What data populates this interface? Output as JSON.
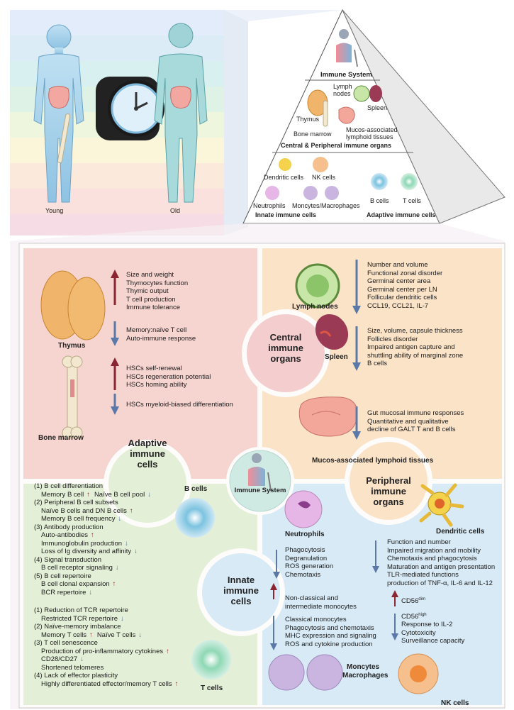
{
  "top": {
    "young_label": "Young",
    "old_label": "Old",
    "pyramid": {
      "apex": "Immune System",
      "tier2": {
        "lymph_nodes": "Lymph nodes",
        "thymus": "Thymus",
        "spleen": "Spleen",
        "bone_marrow": "Bone marrow",
        "mucos": "Mucos-associated lymphoid tissues",
        "title": "Central & Peripheral immune organs"
      },
      "tier3": {
        "dendritic": "Dendritic cells",
        "nk": "NK cells",
        "neutrophils": "Neutrophils",
        "monocytes": "Moncytes/Macrophages",
        "b_cells": "B cells",
        "t_cells": "T cells",
        "innate_title": "Innate immune cells",
        "adaptive_title": "Adaptive immune cells"
      }
    }
  },
  "center": {
    "label": "Immune System"
  },
  "central": {
    "title_l1": "Central",
    "title_l2": "immune",
    "title_l3": "organs",
    "thymus_label": "Thymus",
    "thymus_up": [
      "Size and weight",
      "Thymocytes function",
      "Thymic output",
      "T cell production",
      "Immune tolerance"
    ],
    "thymus_down": [
      "Memory:naïve T cell",
      "Auto-immune response"
    ],
    "bm_label": "Bone marrow",
    "bm_down": [
      "HSCs self-renewal",
      "HSCs regeneration potential",
      "HSCs homing ability"
    ],
    "bm_up": [
      "HSCs myeloid-biased differentiation"
    ]
  },
  "peripheral": {
    "title_l1": "Peripheral",
    "title_l2": "immune",
    "title_l3": "organs",
    "lymph_label": "Lymph nodes",
    "lymph_items": [
      "Number and volume",
      "Functional zonal disorder",
      "Germinal center area",
      "Germinal center per LN",
      "Follicular dendritic cells",
      "CCL19, CCL21, IL-7"
    ],
    "spleen_label": "Spleen",
    "spleen_items": [
      "Size, volume, capsule thickness",
      "Follicles disorder",
      "Impaired antigen capture and",
      "shuttling ability of marginal zone",
      "B cells"
    ],
    "malt_label": "Mucos-associated lymphoid tissues",
    "malt_items": [
      "Gut mucosal immune responses",
      "Quantitative and qualitative",
      "decline of GALT T and B cells"
    ]
  },
  "adaptive": {
    "title_l1": "Adaptive",
    "title_l2": "immune",
    "title_l3": "cells",
    "b_label": "B cells",
    "t_label": "T cells",
    "b_lines": [
      {
        "text": "(1) B cell differentiation",
        "arrow": ""
      },
      {
        "text": "Memory B cell",
        "arrow": "↑",
        "text2": "Naïve B cell pool",
        "arrow2": "↓",
        "indent": true
      },
      {
        "text": "(2) Peripheral B cell subsets",
        "arrow": ""
      },
      {
        "text": "Naïve B cells and DN B cells",
        "arrow": "↑",
        "indent": true
      },
      {
        "text": "Memory B cell frequency",
        "arrow": "↓",
        "indent": true
      },
      {
        "text": "(3) Antibody production",
        "arrow": ""
      },
      {
        "text": "Auto-antibodies",
        "arrow": "↑",
        "indent": true
      },
      {
        "text": "Immunoglobulin production",
        "arrow": "↓",
        "indent": true
      },
      {
        "text": "Loss of Ig diversity and affinity",
        "arrow": "↓",
        "indent": true
      },
      {
        "text": "(4) Signal transduction",
        "arrow": ""
      },
      {
        "text": "B cell receptor signaling",
        "arrow": "↓",
        "indent": true
      },
      {
        "text": "(5) B cell repertoire",
        "arrow": ""
      },
      {
        "text": "B cell clonal expansion",
        "arrow": "↑",
        "indent": true
      },
      {
        "text": "BCR repertoire",
        "arrow": "↓",
        "indent": true
      }
    ],
    "t_lines": [
      {
        "text": "(1) Reduction of TCR repertoire",
        "arrow": ""
      },
      {
        "text": "Restricted TCR repertoire",
        "arrow": "↓",
        "indent": true
      },
      {
        "text": "(2) Naïve-memory imbalance",
        "arrow": ""
      },
      {
        "text": "Memory T cells",
        "arrow": "↑",
        "text2": "Naïve T cells",
        "arrow2": "↓",
        "indent": true
      },
      {
        "text": "(3) T cell senescence",
        "arrow": ""
      },
      {
        "text": "Production of pro-inflammatory cytokines",
        "arrow": "↑",
        "indent": true
      },
      {
        "text": "CD28/CD27",
        "arrow": "↓",
        "indent": true
      },
      {
        "text": "Shortened telomeres",
        "arrow": "",
        "indent": true
      },
      {
        "text": "(4) Lack of effector plasticity",
        "arrow": ""
      },
      {
        "text": "Highly differentiated effector/memory T cells",
        "arrow": "↑",
        "indent": true
      }
    ]
  },
  "innate": {
    "title_l1": "Innate",
    "title_l2": "immune",
    "title_l3": "cells",
    "neutrophils_label": "Neutrophils",
    "neutrophil_items": [
      "Phagocytosis",
      "Degranulation",
      "ROS generation",
      "Chemotaxis"
    ],
    "dendritic_label": "Dendritic cells",
    "dendritic_items": [
      "Function and number",
      "Impaired migration and mobility",
      "Chemotaxis and phagocytosis",
      "Maturation and antigen presentation",
      "TLR-mediated functions",
      "production of TNF-α, IL-6 and IL-12"
    ],
    "mono_up": [
      "Non-classical and",
      "intermediate monocytes"
    ],
    "mono_down": [
      "Classical monocytes",
      "Phagocytosis and chemotaxis",
      "MHC expression and signaling",
      "ROS and cytokine production"
    ],
    "mono_label_1": "Moncytes",
    "mono_label_2": "Macrophages",
    "nk_up": "CD56",
    "nk_up_sup": "dim",
    "nk_down_head": "CD56",
    "nk_down_sup": "high",
    "nk_down": [
      "Response to IL-2",
      "Cytotoxicity",
      "Surveillance capacity"
    ],
    "nk_label": "NK cells"
  },
  "colors": {
    "central_bg": "#f6d4d0",
    "peripheral_bg": "#fbe3c8",
    "adaptive_bg": "#e3efd6",
    "innate_bg": "#d7eaf6",
    "up_arrow": "#8a2531",
    "down_arrow": "#5a78a8"
  }
}
